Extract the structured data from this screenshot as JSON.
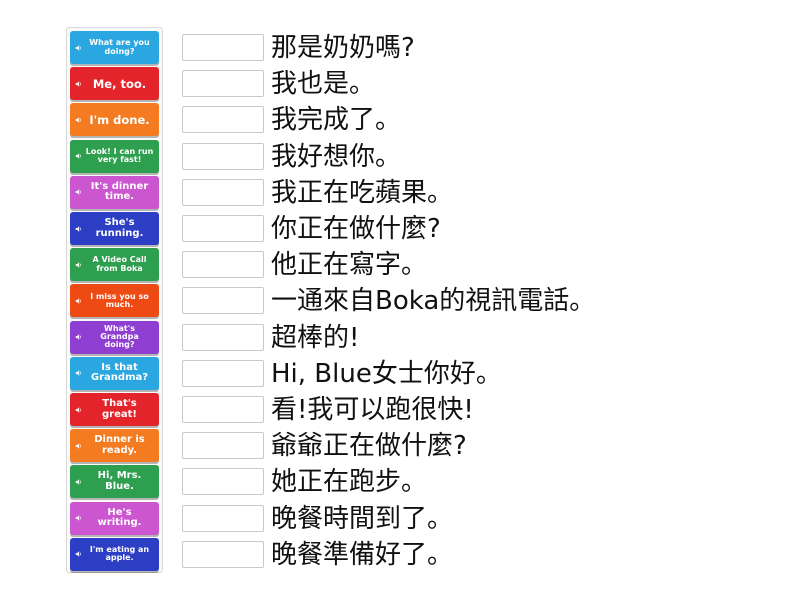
{
  "cards": [
    {
      "label": "What are you doing?",
      "color": "#2aa7e0"
    },
    {
      "label": "Me, too.",
      "color": "#e3242b"
    },
    {
      "label": "I'm done.",
      "color": "#f47b20"
    },
    {
      "label": "Look! I can run very fast!",
      "color": "#2e9e4f"
    },
    {
      "label": "It's dinner time.",
      "color": "#cc55d0"
    },
    {
      "label": "She's running.",
      "color": "#2c3fc4"
    },
    {
      "label": "A Video Call from Boka",
      "color": "#2e9e4f"
    },
    {
      "label": "I miss you so much.",
      "color": "#ee4a14"
    },
    {
      "label": "What's Grandpa doing?",
      "color": "#8e3ed0"
    },
    {
      "label": "Is that Grandma?",
      "color": "#2aa7e0"
    },
    {
      "label": "That's great!",
      "color": "#e3242b"
    },
    {
      "label": "Dinner is ready.",
      "color": "#f47b20"
    },
    {
      "label": "Hi, Mrs. Blue.",
      "color": "#2e9e4f"
    },
    {
      "label": "He's writing.",
      "color": "#cc55d0"
    },
    {
      "label": "I'm eating an apple.",
      "color": "#2c3fc4"
    }
  ],
  "rows": [
    {
      "answer": "",
      "text": "那是奶奶嗎?"
    },
    {
      "answer": "",
      "text": "我也是。"
    },
    {
      "answer": "",
      "text": "我完成了。"
    },
    {
      "answer": "",
      "text": "我好想你。"
    },
    {
      "answer": "",
      "text": "我正在吃蘋果。"
    },
    {
      "answer": "",
      "text": "你正在做什麼?"
    },
    {
      "answer": "",
      "text": "他正在寫字。"
    },
    {
      "answer": "",
      "text": "一通來自Boka的視訊電話。"
    },
    {
      "answer": "",
      "text": "超棒的!"
    },
    {
      "answer": "",
      "text": "Hi, Blue女士你好。"
    },
    {
      "answer": "",
      "text": "看!我可以跑很快!"
    },
    {
      "answer": "",
      "text": "爺爺正在做什麼?"
    },
    {
      "answer": "",
      "text": "她正在跑步。"
    },
    {
      "answer": "",
      "text": "晚餐時間到了。"
    },
    {
      "answer": "",
      "text": "晚餐準備好了。"
    }
  ]
}
